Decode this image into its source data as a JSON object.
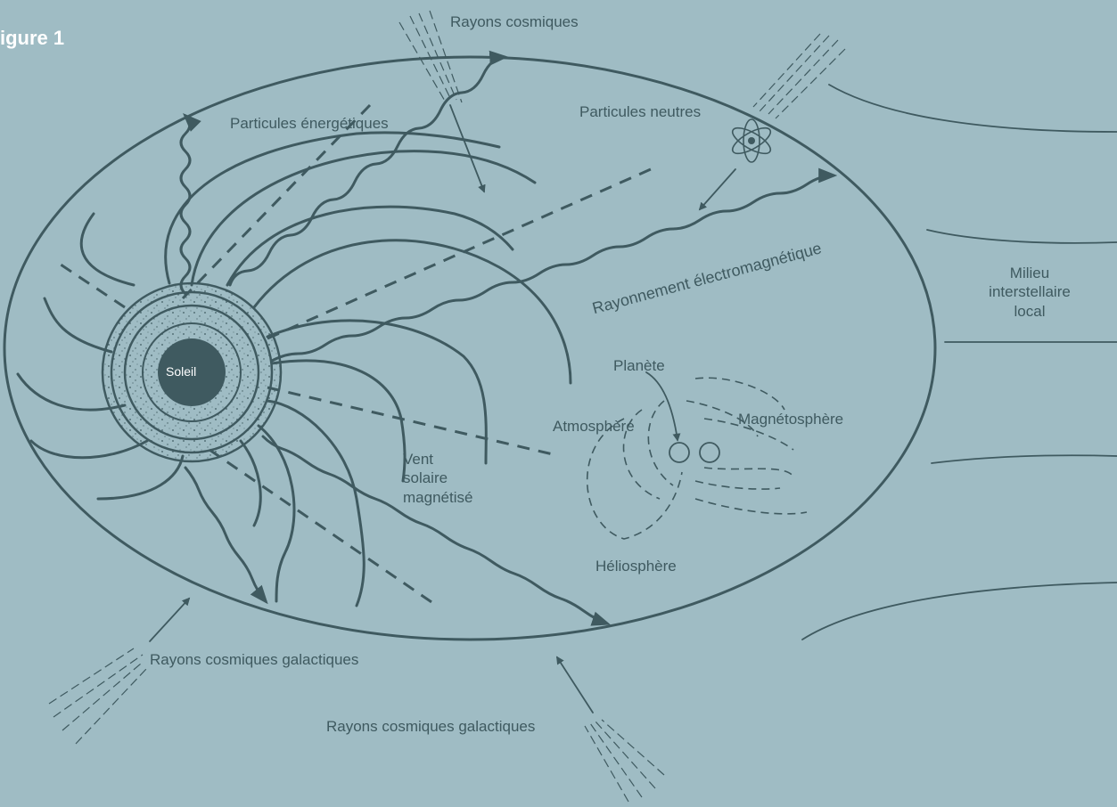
{
  "figure": {
    "title": "igure 1"
  },
  "labels": {
    "cosmic_rays_top": "Rayons cosmiques",
    "energetic_particles": "Particules énergétiques",
    "neutral_particles": "Particules neutres",
    "em_radiation": "Rayonnement électromagnétique",
    "sun": "Soleil",
    "planet": "Planète",
    "atmosphere": "Atmosphère",
    "magnetosphere": "Magnétosphère",
    "solar_wind": [
      "Vent",
      "solaire",
      "magnétisé"
    ],
    "heliosphere": "Héliosphère",
    "local_ism": [
      "Milieu",
      "interstellaire",
      "local"
    ],
    "galactic_rays_left": "Rayons cosmiques galactiques",
    "galactic_rays_bottom": "Rayons cosmiques galactiques"
  },
  "colors": {
    "background": "#9fbcc4",
    "line": "#3f5a60",
    "title": "#ffffff"
  }
}
